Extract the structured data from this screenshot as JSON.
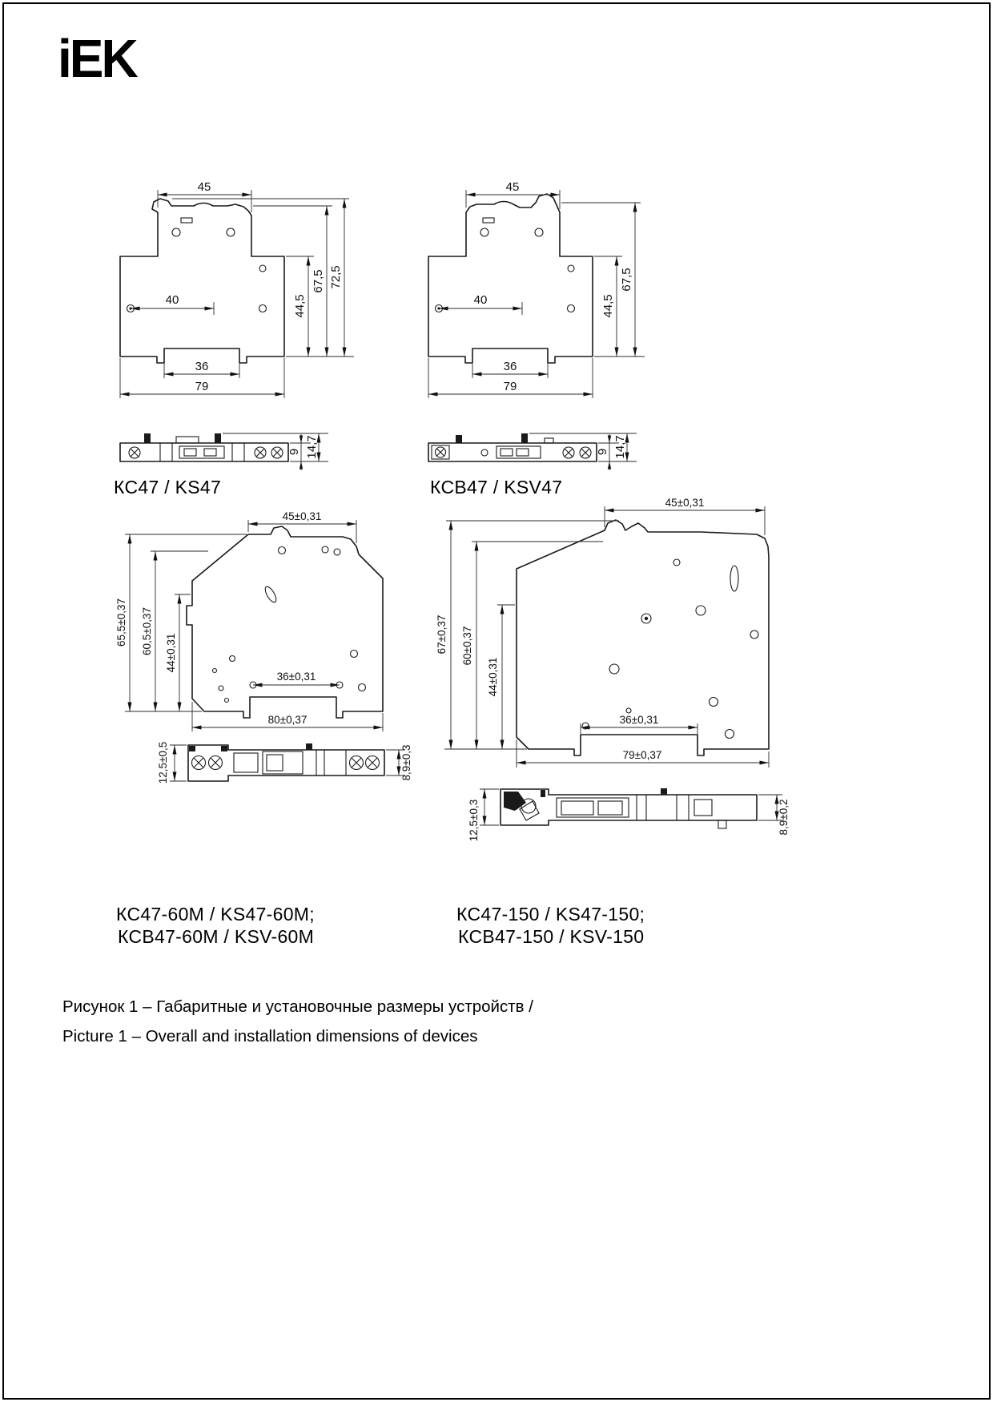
{
  "logo": "iEK",
  "drawings": {
    "kc47": {
      "label": "КС47 / KS47",
      "dims": {
        "top_width": "45",
        "holes_span": "40",
        "notch_width": "36",
        "bottom_width": "79",
        "height_shoulder": "44,5",
        "height_body": "67,5",
        "height_total": "72,5",
        "side_height": "9",
        "side_total_height": "14,7"
      }
    },
    "ksv47": {
      "label": "КСВ47 / KSV47",
      "dims": {
        "top_width": "45",
        "holes_span": "40",
        "notch_width": "36",
        "bottom_width": "79",
        "height_shoulder": "44,5",
        "height_body": "67,5",
        "side_height": "9",
        "side_total_height": "14,7"
      }
    },
    "kc47_60m": {
      "label_line1": "КС47-60М / KS47-60M;",
      "label_line2": "КСВ47-60М / KSV-60M",
      "dims": {
        "top_width": "45±0,31",
        "height_total": "65,5±0,37",
        "height_mid": "60,5±0,37",
        "height_holes": "44±0,31",
        "notch_width": "36±0,31",
        "bottom_width": "80±0,37",
        "side_total_height": "12,5±0,5",
        "side_height": "8,9±0,3"
      }
    },
    "kc47_150": {
      "label_line1": "КС47-150 / KS47-150;",
      "label_line2": "КСВ47-150 / KSV-150",
      "dims": {
        "top_width": "45±0,31",
        "height_total": "67±0,37",
        "height_mid": "60±0,37",
        "height_holes": "44±0,31",
        "notch_width": "36±0,31",
        "bottom_width": "79±0,37",
        "side_total_height": "12,5±0,3",
        "side_height": "8,9±0,2"
      }
    }
  },
  "caption": {
    "line1": "Рисунок 1 – Габаритные и установочные размеры устройств /",
    "line2": "Picture 1 – Overall and installation dimensions of devices"
  }
}
